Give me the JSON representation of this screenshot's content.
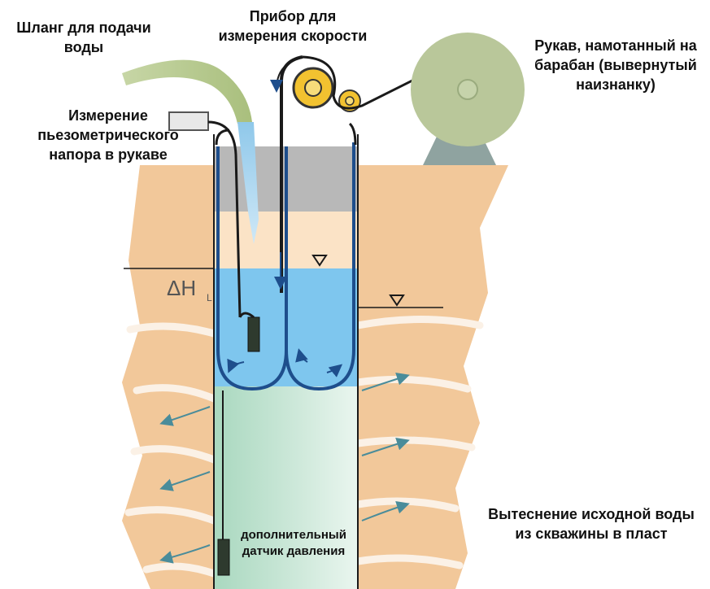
{
  "labels": {
    "water_hose": [
      "Шланг для подачи",
      "воды"
    ],
    "speed_meter": [
      "Прибор для",
      "измерения скорости"
    ],
    "sleeve_drum": [
      "Рукав, намотанный на",
      "барабан (вывернутый",
      "наизнанку)"
    ],
    "piezometric": [
      "Измерение",
      "пьезометрического",
      "напора в рукаве"
    ],
    "displacement": [
      "Вытеснение исходной воды",
      "из скважины в пласт"
    ],
    "extra_sensor": [
      "дополнительный",
      "датчик давления"
    ],
    "delta_h": "ΔH"
  },
  "colors": {
    "soil": "#f2c89a",
    "soil_stripe": "#fbf1e6",
    "water": "#7ec6ee",
    "water_dark": "#1e4e8c",
    "green_zone": "#bfe3cf",
    "drum": "#b9c79a",
    "grey_top": "#b8b8b8",
    "hose": "#b7c98c",
    "roller": "#f2c230",
    "line": "#1a1a1a"
  }
}
